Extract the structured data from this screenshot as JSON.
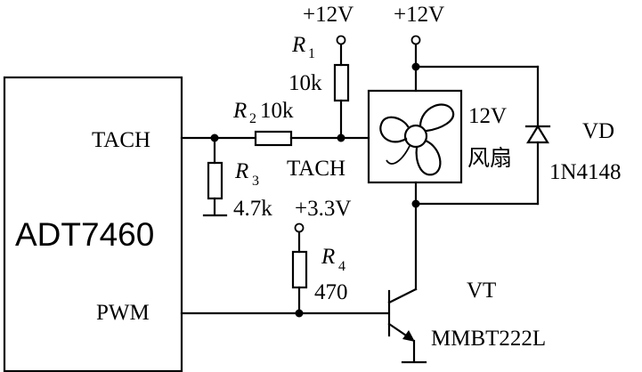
{
  "chip": {
    "name": "ADT7460",
    "pin_tach": "TACH",
    "pin_pwm": "PWM"
  },
  "supplies": {
    "left": "+12V",
    "right": "+12V",
    "v33": "+3.3V"
  },
  "r1": {
    "ref": "R",
    "sub": "1",
    "value": "10k"
  },
  "r2": {
    "ref": "R",
    "sub": "2",
    "value": "10k"
  },
  "r3": {
    "ref": "R",
    "sub": "3",
    "value": "4.7k"
  },
  "r4": {
    "ref": "R",
    "sub": "4",
    "value": "470"
  },
  "fan": {
    "tach_label": "TACH",
    "voltage": "12V",
    "name": "风扇"
  },
  "diode": {
    "ref": "VD",
    "part": "1N4148"
  },
  "transistor": {
    "ref": "VT",
    "part": "MMBT222L"
  }
}
